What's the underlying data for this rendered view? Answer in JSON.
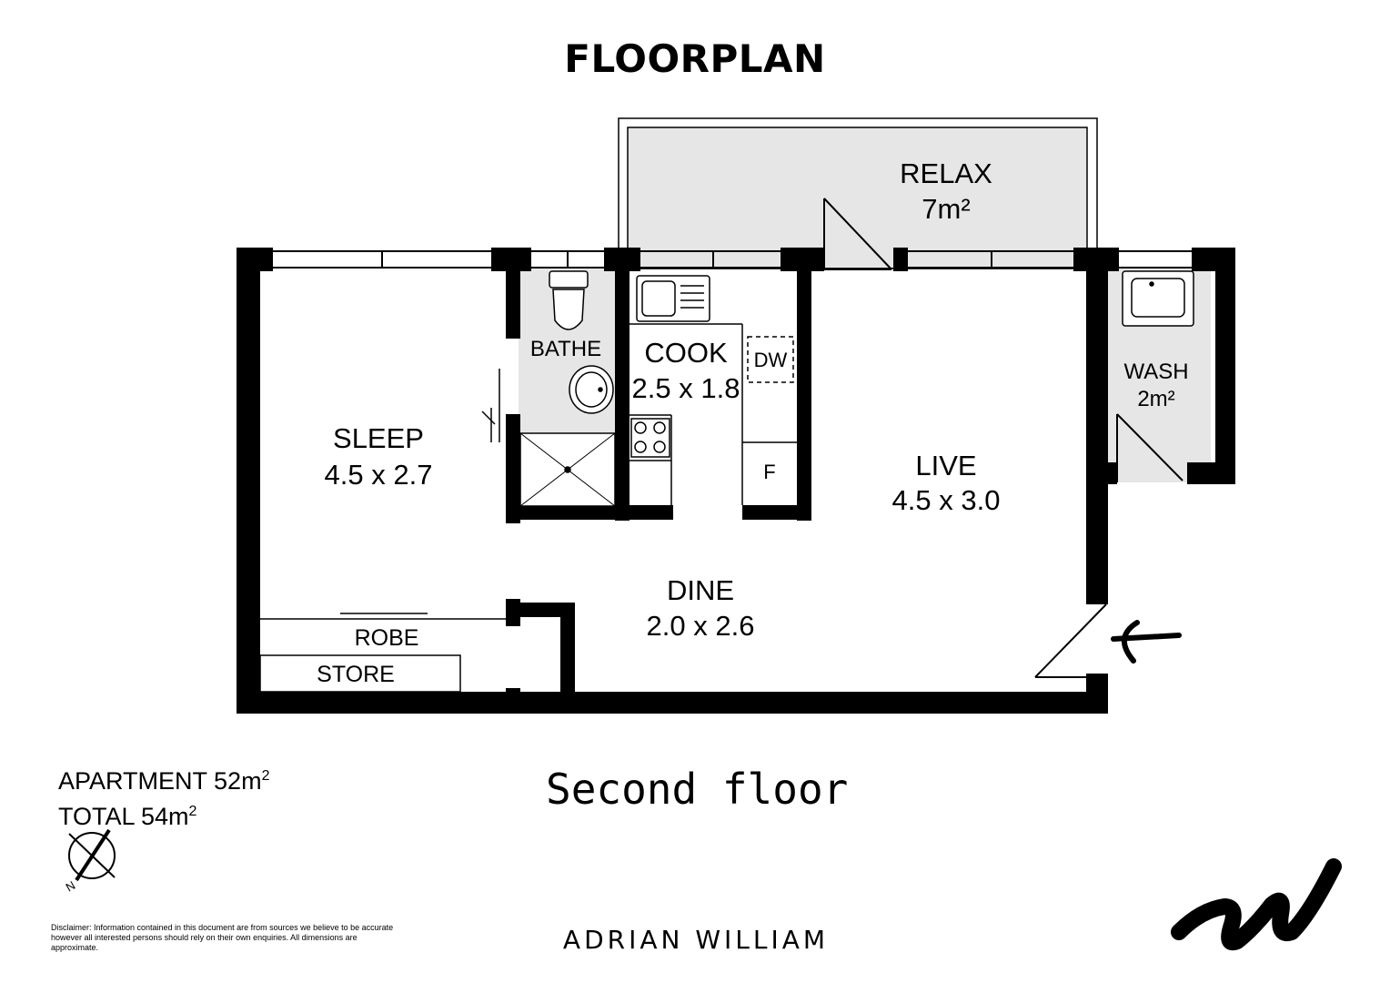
{
  "header": {
    "title": "FLOORPLAN"
  },
  "rooms": {
    "relax": {
      "name": "RELAX",
      "area": "7m²"
    },
    "bathe": {
      "name": "BATHE"
    },
    "cook": {
      "name": "COOK",
      "size": "2.5 x 1.8"
    },
    "dishwasher": {
      "label": "DW"
    },
    "fridge": {
      "label": "F"
    },
    "wash": {
      "name": "WASH",
      "area": "2m²"
    },
    "sleep": {
      "name": "SLEEP",
      "size": "4.5 x 2.7"
    },
    "live": {
      "name": "LIVE",
      "size": "4.5 x 3.0"
    },
    "dine": {
      "name": "DINE",
      "size": "2.0 x 2.6"
    },
    "robe": {
      "name": "ROBE"
    },
    "store": {
      "name": "STORE"
    }
  },
  "floor": {
    "label": "Second floor"
  },
  "summary": {
    "apartment_label": "APARTMENT 52m",
    "apartment_sup": "2",
    "total_label": "TOTAL 54m",
    "total_sup": "2"
  },
  "compass": {
    "label": "N"
  },
  "disclaimer": "Disclaimer: Information contained in this document are from sources we believe to be accurate however all interested persons should rely on their own enquiries. All dimensions are approximate.",
  "brand": {
    "name": "ADRIAN WILLIAM"
  },
  "icons": [
    "entry-arrow-icon",
    "compass-icon",
    "brand-logo-icon",
    "sink-icon",
    "toilet-icon",
    "basin-icon",
    "cooktop-icon",
    "shower-icon",
    "laundry-tub-icon"
  ],
  "colors": {
    "wall": "#000000",
    "shaded_floor": "#e6e6e6",
    "background": "#ffffff"
  }
}
